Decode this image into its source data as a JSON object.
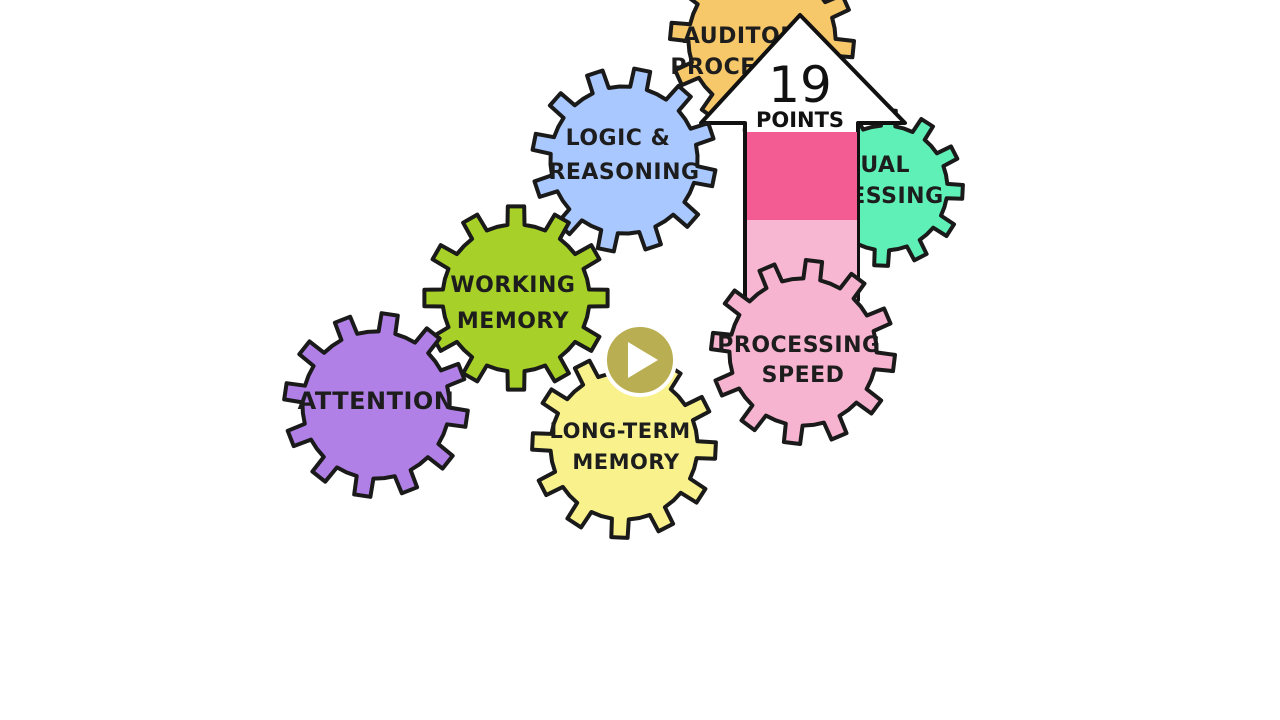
{
  "gears": [
    {
      "id": "auditory",
      "lines": [
        "Auditory",
        "Processing"
      ],
      "color": "#f6c86a"
    },
    {
      "id": "visual",
      "lines": [
        "Visual",
        "Processing"
      ],
      "color": "#5ef0b6"
    },
    {
      "id": "logic",
      "lines": [
        "Logic &",
        "Reasoning"
      ],
      "color": "#a9c8ff"
    },
    {
      "id": "working-memory",
      "lines": [
        "Working",
        "Memory"
      ],
      "color": "#a7d128"
    },
    {
      "id": "attention",
      "lines": [
        "Attention"
      ],
      "color": "#b180e6"
    },
    {
      "id": "long-term-memory",
      "lines": [
        "Long-Term",
        "Memory"
      ],
      "color": "#f8f18c"
    },
    {
      "id": "processing-speed",
      "lines": [
        "Processing",
        "Speed"
      ],
      "color": "#f7b4d0"
    }
  ],
  "score_arrow": {
    "value": "19",
    "unit": "Points",
    "fill_color_top": "#f25c93",
    "fill_color_bottom": "#f7b7d2"
  },
  "play_button": {
    "icon": "play-icon",
    "color": "#b9ae52"
  }
}
